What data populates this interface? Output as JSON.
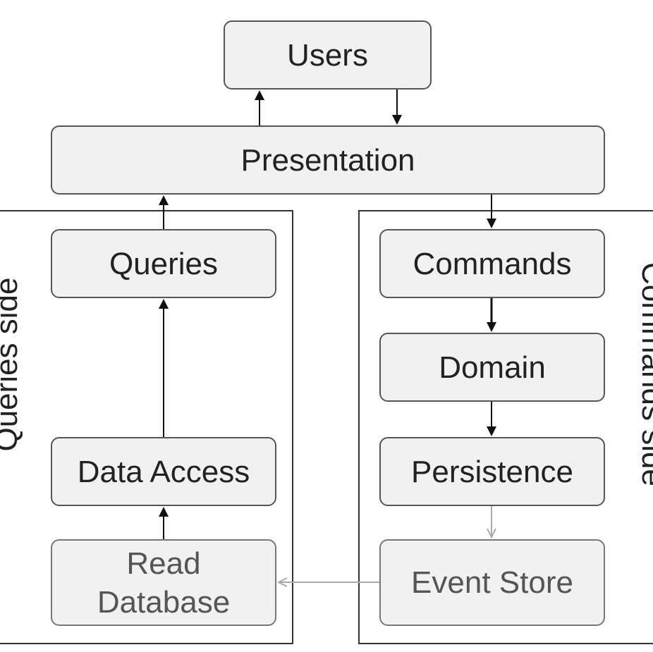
{
  "nodes": {
    "users": "Users",
    "presentation": "Presentation",
    "queries": "Queries",
    "data_access": "Data Access",
    "read_database": "Read\nDatabase",
    "commands": "Commands",
    "domain": "Domain",
    "persistence": "Persistence",
    "event_store": "Event Store"
  },
  "groups": {
    "queries_side": "Queries side",
    "commands_side": "Commands side"
  },
  "colors": {
    "box_fill": "#f1f1f1",
    "box_border": "#555555",
    "arrow": "#111111",
    "arrow_faint": "#aaaaaa"
  }
}
